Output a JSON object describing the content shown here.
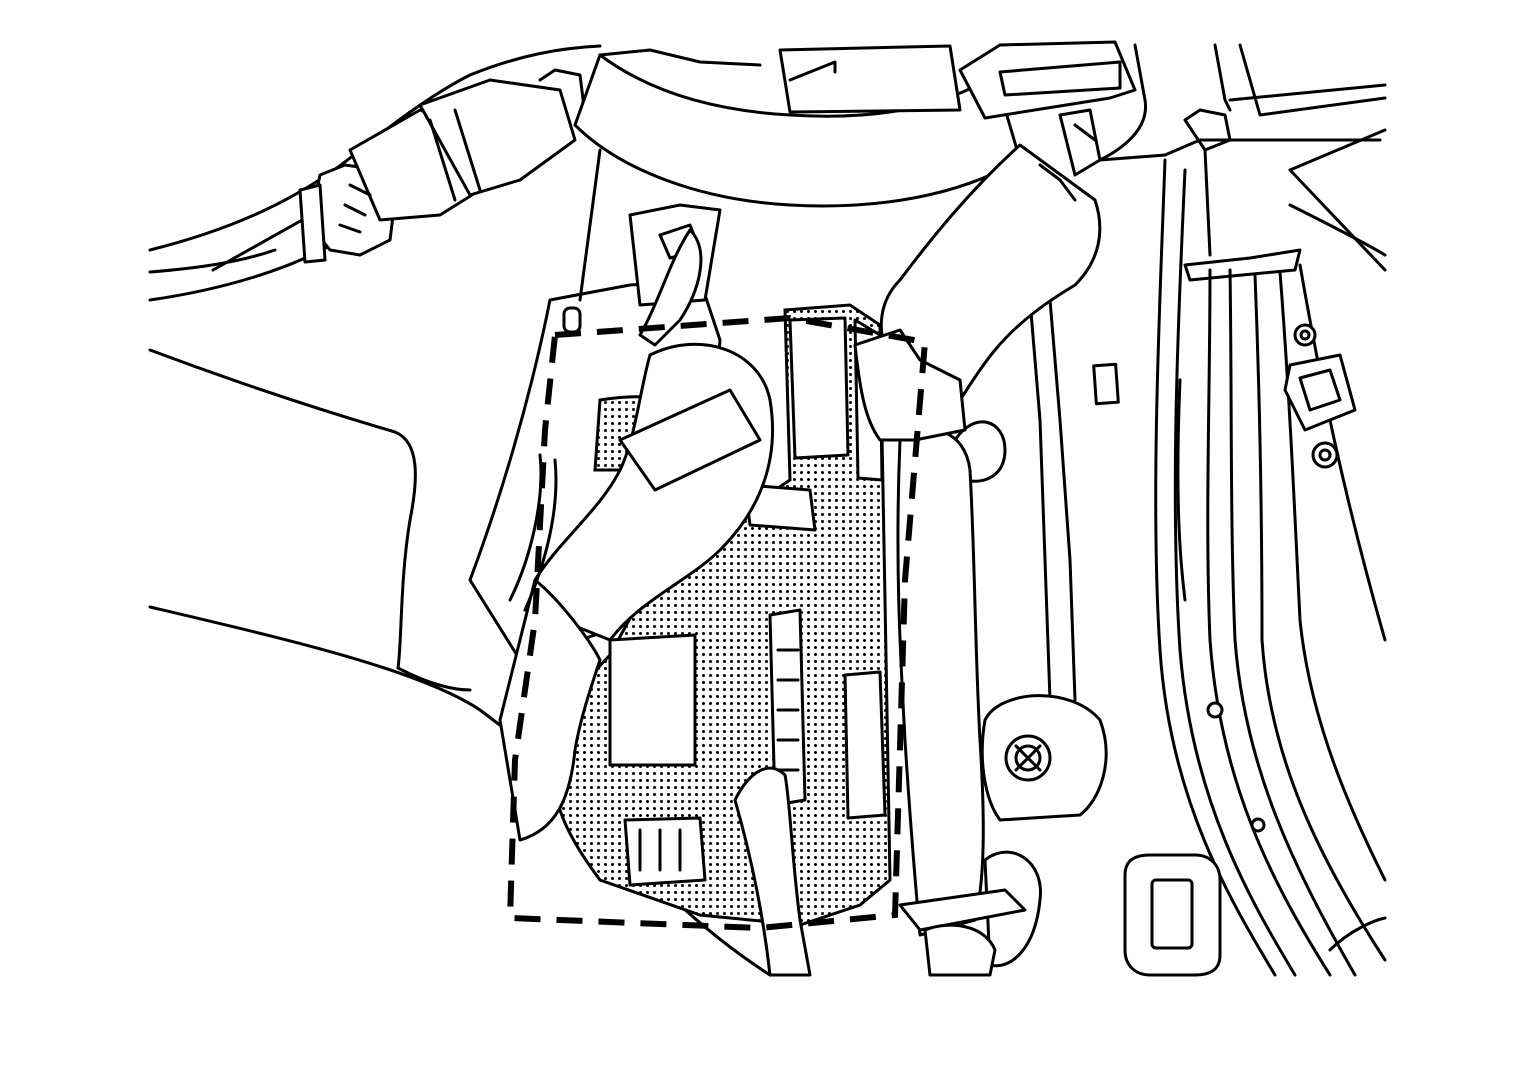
{
  "diagram": {
    "style": "black line art on white",
    "colors": {
      "line": "#000000",
      "background": "#ffffff",
      "highlight_dots": "#000000"
    },
    "highlight": {
      "pattern": "dot-screen",
      "outline": "dashed"
    }
  }
}
